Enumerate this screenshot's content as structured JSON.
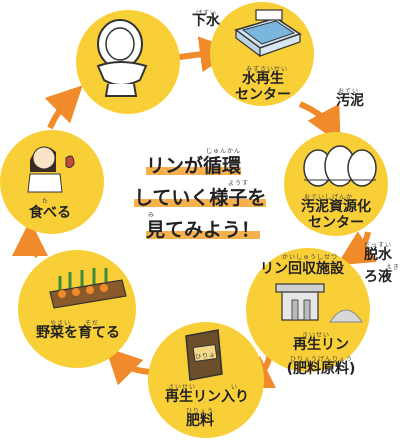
{
  "center": {
    "line1": "リンが循環",
    "line2": "していく様子を",
    "line3": "見てみよう！",
    "ruby_junkan": "じゅんかん",
    "ruby_yousu": "ようす",
    "ruby_mi": "み"
  },
  "nodes": {
    "toilet": {
      "icon": "toilet-icon"
    },
    "water_center": {
      "label1": "水再生",
      "label2": "センター",
      "ruby": "みずさいせい"
    },
    "sludge_center": {
      "label1": "汚泥資源化",
      "label2": "センター",
      "ruby": "おでいしげんか"
    },
    "phosphorus_facility": {
      "label": "リン回収施設",
      "ruby": "かいしゅうしせつ",
      "product1": "再生リン",
      "product2": "(肥料原料)",
      "product_ruby1": "さいせい",
      "product_ruby2": "ひりょうげんりょう"
    },
    "fertilizer": {
      "label1": "再生リン入り",
      "label2": "肥料",
      "ruby1": "さいせい　　　　　い",
      "ruby2": "ひりょう",
      "bag_text": "ひりょう"
    },
    "vegetables": {
      "label": "野菜を育てる",
      "ruby": "やさい　　そだ"
    },
    "eat": {
      "label": "食べる",
      "ruby": "た"
    }
  },
  "flow_labels": {
    "sewage": "下水",
    "sewage_ruby": "げすい",
    "sludge": "汚泥",
    "sludge_ruby": "おでい",
    "dewater1": "脱水",
    "dewater2": "ろ液",
    "dewater_ruby1": "だっすい",
    "dewater_ruby2": "えき"
  },
  "colors": {
    "node": "#f9cf38",
    "arrow": "#f08a2a",
    "highlight": "#f6b04e"
  }
}
